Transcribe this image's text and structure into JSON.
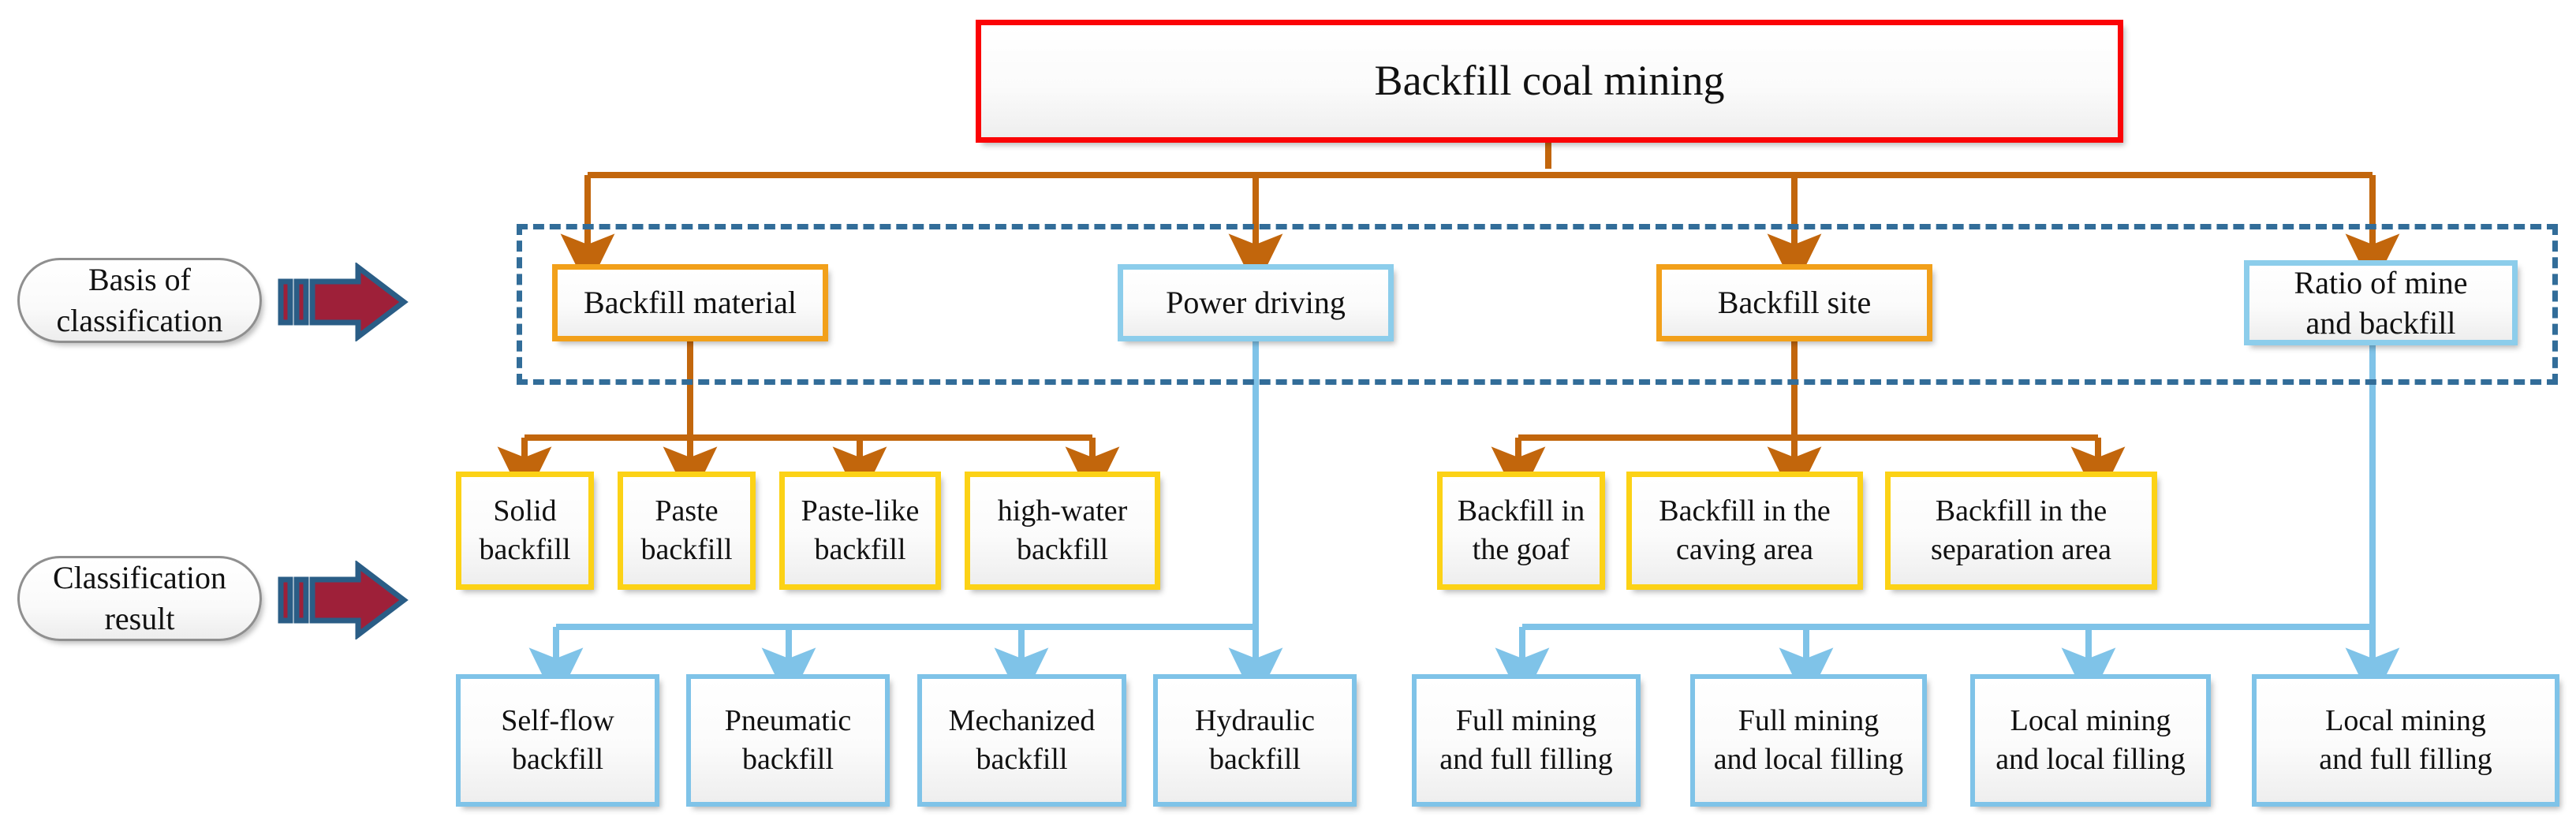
{
  "diagram": {
    "title_node": {
      "label": "Backfill coal mining"
    },
    "stage_labels": [
      {
        "name": "basis-of-classification",
        "label": "Basis of\nclassification"
      },
      {
        "name": "classification-result",
        "label": "Classification\nresult"
      }
    ],
    "basis_row": [
      {
        "name": "backfill-material",
        "label": "Backfill material",
        "style": "orange"
      },
      {
        "name": "power-driving",
        "label": "Power driving",
        "style": "sky"
      },
      {
        "name": "backfill-site",
        "label": "Backfill site",
        "style": "orange"
      },
      {
        "name": "ratio-of-mine-and-backfill",
        "label": "Ratio of mine\nand backfill",
        "style": "sky"
      }
    ],
    "material_results": [
      {
        "name": "solid-backfill",
        "label": "Solid\nbackfill"
      },
      {
        "name": "paste-backfill",
        "label": "Paste\nbackfill"
      },
      {
        "name": "paste-like-backfill",
        "label": "Paste-like\nbackfill"
      },
      {
        "name": "high-water-backfill",
        "label": "high-water\nbackfill"
      }
    ],
    "site_results": [
      {
        "name": "backfill-in-the-goaf",
        "label": "Backfill in\nthe goaf"
      },
      {
        "name": "backfill-in-the-caving-area",
        "label": "Backfill in the\ncaving area"
      },
      {
        "name": "backfill-in-the-separation-area",
        "label": "Backfill in the\nseparation area"
      }
    ],
    "power_results": [
      {
        "name": "self-flow-backfill",
        "label": "Self-flow\nbackfill"
      },
      {
        "name": "pneumatic-backfill",
        "label": "Pneumatic\nbackfill"
      },
      {
        "name": "mechanized-backfill",
        "label": "Mechanized\nbackfill"
      },
      {
        "name": "hydraulic-backfill",
        "label": "Hydraulic\nbackfill"
      }
    ],
    "ratio_results": [
      {
        "name": "full-mining-and-full-filling",
        "label": "Full mining\nand full filling"
      },
      {
        "name": "full-mining-and-local-filling",
        "label": "Full mining\nand local filling"
      },
      {
        "name": "local-mining-and-local-filling",
        "label": "Local mining\nand local filling"
      },
      {
        "name": "local-mining-and-full-filling",
        "label": "Local mining\nand full filling"
      }
    ],
    "colors": {
      "title_border": "#fb0306",
      "orange_border": "#f2a01a",
      "sky_border": "#8ccdeb",
      "yellow_border": "#fcd216",
      "blue_border": "#7fc3e8",
      "dashed_group": "#326d99",
      "orange_connector": "#c2660c",
      "blue_connector": "#7fc3e8",
      "stage_arrow_fill": "#9e2039",
      "stage_arrow_stroke": "#2a5d86"
    }
  }
}
